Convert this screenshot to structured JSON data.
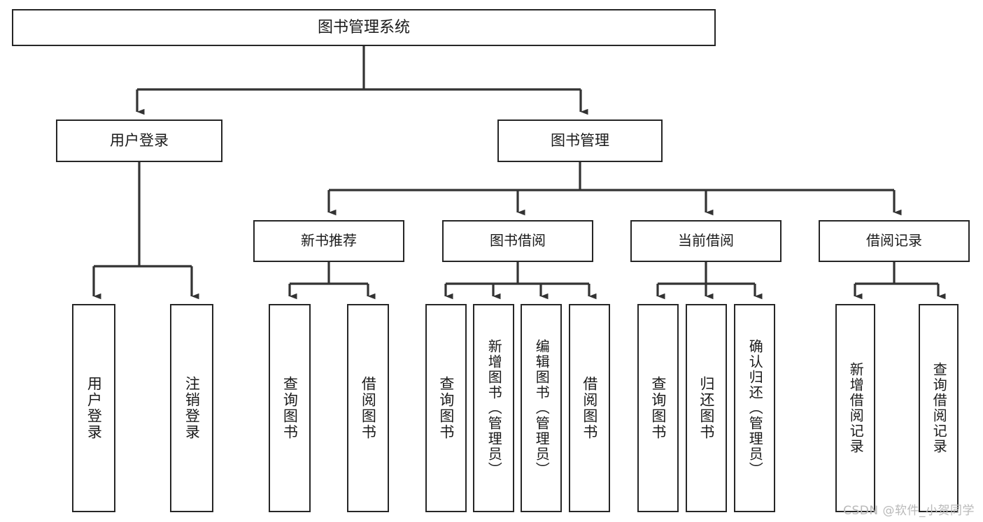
{
  "diagram": {
    "type": "tree",
    "title": "图书管理系统",
    "root": {
      "id": "root",
      "label": "图书管理系统"
    },
    "level1": [
      {
        "id": "user-login",
        "label": "用户登录"
      },
      {
        "id": "book-manage",
        "label": "图书管理"
      }
    ],
    "level2": [
      {
        "id": "new-book-recommend",
        "label": "新书推荐",
        "parent": "book-manage"
      },
      {
        "id": "book-borrow",
        "label": "图书借阅",
        "parent": "book-manage"
      },
      {
        "id": "current-borrow",
        "label": "当前借阅",
        "parent": "book-manage"
      },
      {
        "id": "borrow-record",
        "label": "借阅记录",
        "parent": "book-manage"
      }
    ],
    "leaves": [
      {
        "id": "leaf-user-login",
        "label": "用户登录",
        "parent": "user-login"
      },
      {
        "id": "leaf-logout-login",
        "label": "注销登录",
        "parent": "user-login"
      },
      {
        "id": "leaf-query-book-1",
        "label": "查询图书",
        "parent": "new-book-recommend"
      },
      {
        "id": "leaf-borrow-book-1",
        "label": "借阅图书",
        "parent": "new-book-recommend"
      },
      {
        "id": "leaf-query-book-2",
        "label": "查询图书",
        "parent": "book-borrow"
      },
      {
        "id": "leaf-add-book",
        "label": "新增图书（管理员）",
        "parent": "book-borrow"
      },
      {
        "id": "leaf-edit-book",
        "label": "编辑图书（管理员）",
        "parent": "book-borrow"
      },
      {
        "id": "leaf-borrow-book-2",
        "label": "借阅图书",
        "parent": "book-borrow"
      },
      {
        "id": "leaf-query-book-3",
        "label": "查询图书",
        "parent": "current-borrow"
      },
      {
        "id": "leaf-return-book",
        "label": "归还图书",
        "parent": "current-borrow"
      },
      {
        "id": "leaf-confirm-return",
        "label": "确认归还（管理员）",
        "parent": "current-borrow"
      },
      {
        "id": "leaf-add-record",
        "label": "新增借阅记录",
        "parent": "borrow-record"
      },
      {
        "id": "leaf-query-record",
        "label": "查询借阅记录",
        "parent": "borrow-record"
      }
    ],
    "colors": {
      "box_border": "#262626",
      "box_fill": "#ffffff",
      "connector": "#333333",
      "text": "#1a1a1a",
      "watermark": "#b9b9b9"
    }
  },
  "watermark": {
    "text": "CSDN @软件_小贺同学"
  }
}
